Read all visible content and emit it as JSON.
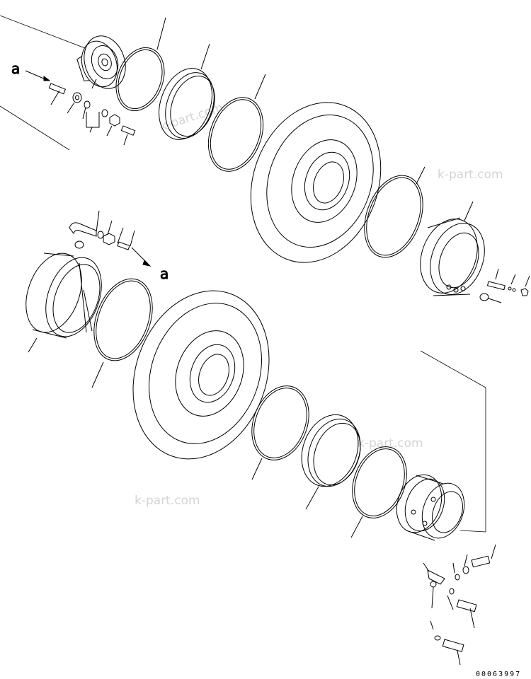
{
  "watermarks": [
    "k-part.com",
    "k-part.com",
    "k-part.com",
    "k-part.com"
  ],
  "reference_labels": {
    "top": "a",
    "middle": "a"
  },
  "document_number": "00063997"
}
